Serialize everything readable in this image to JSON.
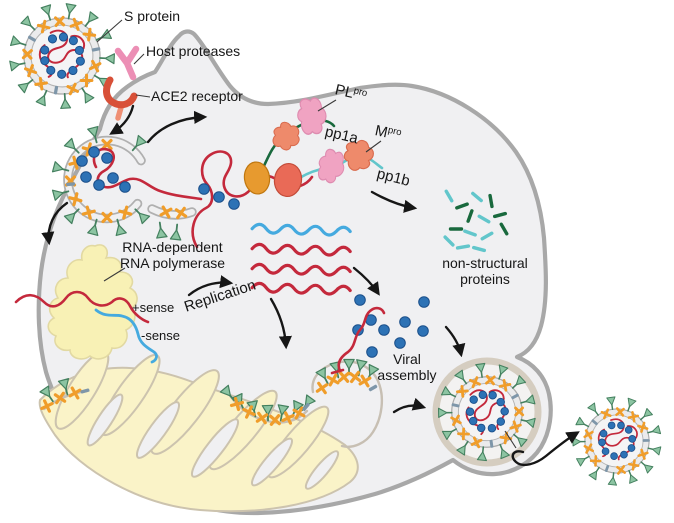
{
  "figure": {
    "type": "scientific-diagram",
    "subject": "coronavirus replication cycle in a host cell"
  },
  "labels": {
    "s_protein": "S protein",
    "host_proteases": "Host proteases",
    "ace2_receptor": "ACE2 receptor",
    "pl_pro": {
      "base": "PL",
      "sup": "pro"
    },
    "pp1a": "pp1a",
    "m_pro": {
      "base": "M",
      "sup": "pro"
    },
    "pp1b": "pp1b",
    "nsp": {
      "line1": "non-structural",
      "line2": "proteins"
    },
    "rdrp": {
      "line1": "RNA-dependent",
      "line2": "RNA polymerase"
    },
    "plus_sense": "+sense",
    "minus_sense": "-sense",
    "replication": "Replication",
    "viral_assembly": {
      "line1": "Viral",
      "line2": "assembly"
    }
  },
  "colors": {
    "cell_fill": "#f0f0f2",
    "cell_border": "#a8a8a8",
    "rna_red": "#c4293c",
    "rna_blue": "#45aadf",
    "spike_green": "#8cc4a2",
    "membrane_protein_orange": "#f09d2a",
    "envelope_protein_bluegray": "#7e96a9",
    "n_protein_blue": "#2d72b5",
    "pp1a_green": "#19693d",
    "pp1b_cyan": "#62c6cb",
    "plpro_pink": "#f0a3c2",
    "mpro_salmon": "#ee8a6b",
    "organelle_yellow": "#faf3c8",
    "vesicle_tan": "#d5cdc0",
    "ink": "#161616"
  }
}
